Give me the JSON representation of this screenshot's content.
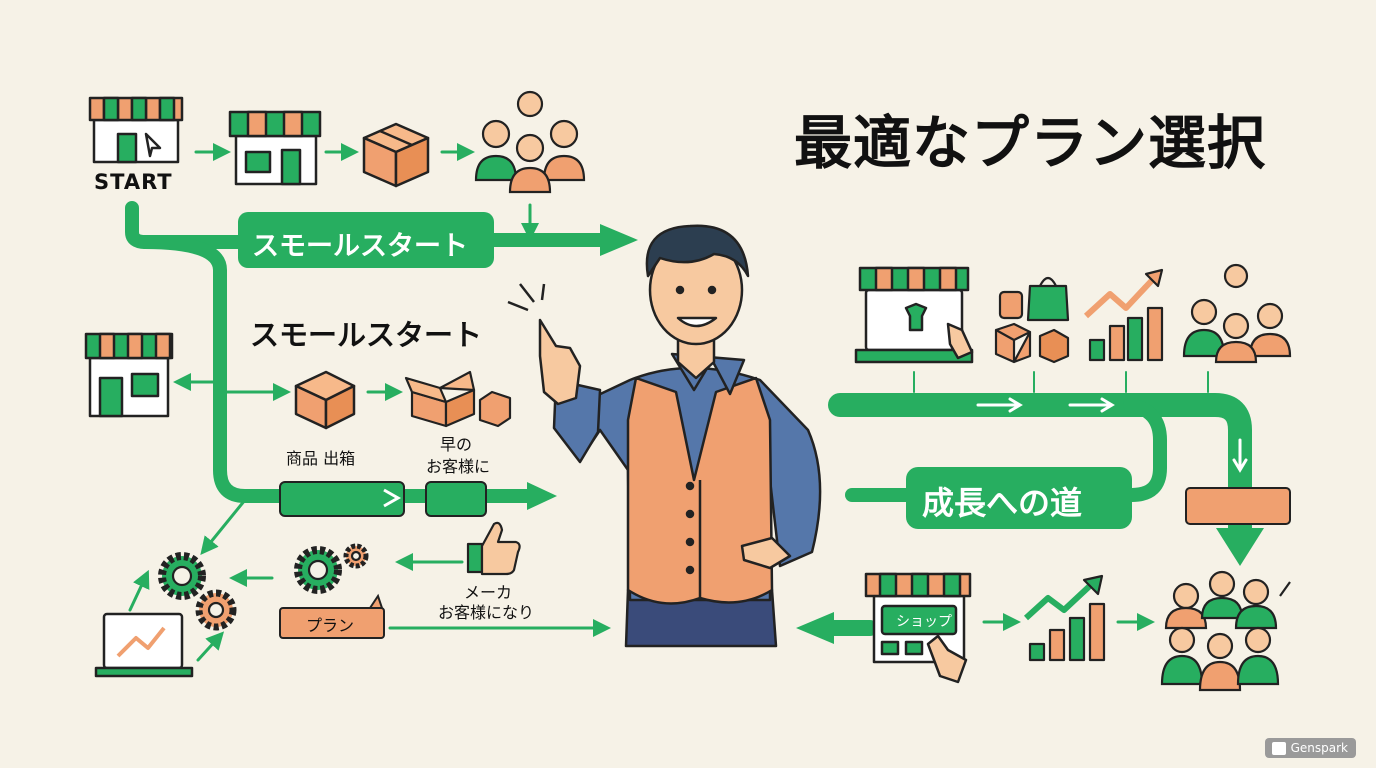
{
  "title": "最適なプラン選択",
  "start_label": "START",
  "pills": {
    "small_start": "スモールスタート",
    "growth": "成長への道"
  },
  "section_heading": "スモールスタート",
  "labels": {
    "product_box": "商品 出箱",
    "customer_line1": "早の",
    "customer_line2": "お客様に",
    "plan": "プラン",
    "maker_line1": "メーカ",
    "maker_line2": "お客様になり",
    "shop": "ショップ"
  },
  "badge": "Genspark",
  "colors": {
    "green": "#27ae60",
    "orange": "#f0a070",
    "navy": "#2c3e50",
    "background": "#f6f2e7"
  }
}
